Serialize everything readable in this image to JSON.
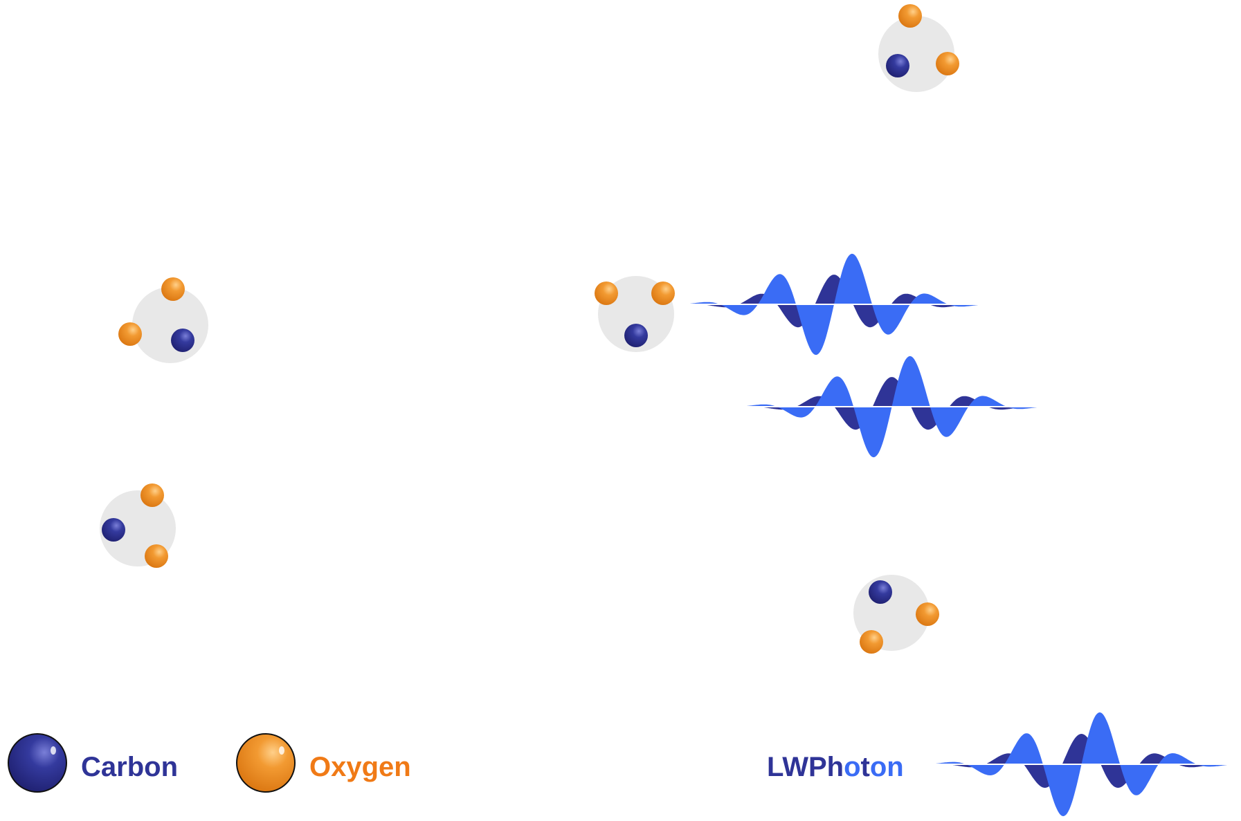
{
  "colors": {
    "carbon": "#2b2c8c",
    "oxygen": "#ef8a1f",
    "molecule_halo": "#e8e8e8",
    "photon_light": "#3a6cf5",
    "photon_dark": "#2f3497"
  },
  "legend": {
    "carbon_label": "Carbon",
    "oxygen_label": "Oxygen",
    "photon_label_part1": "LW",
    "photon_label_part2": "Ph",
    "photon_label_part3": "o",
    "photon_label_part4": "t",
    "photon_label_part5": "on"
  },
  "molecules": [
    {
      "name": "co2-molecule-top-right"
    },
    {
      "name": "co2-molecule-left-upper"
    },
    {
      "name": "co2-molecule-center-absorbing"
    },
    {
      "name": "co2-molecule-left-lower"
    },
    {
      "name": "co2-molecule-lower-right"
    }
  ],
  "photons": [
    {
      "name": "lw-photon-wave-upper"
    },
    {
      "name": "lw-photon-wave-lower"
    },
    {
      "name": "lw-photon-wave-legend"
    }
  ]
}
